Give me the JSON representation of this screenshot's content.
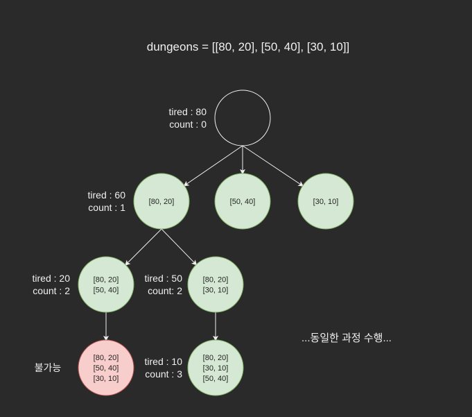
{
  "title": "dungeons = [[80, 20], [50, 40], [30, 10]]",
  "note": "...동일한 과정 수행...",
  "colors": {
    "background": "#2a2a2a",
    "ok_fill": "#d5e8d4",
    "ok_stroke": "#82b366",
    "fail_fill": "#f8cecc",
    "fail_stroke": "#b85450",
    "edge": "#f0f0f0"
  },
  "nodes": [
    {
      "id": "root",
      "status": "root",
      "lines": [],
      "label": [
        "tired : 80",
        "count : 0"
      ]
    },
    {
      "id": "n1",
      "status": "ok",
      "lines": [
        "[80, 20]"
      ],
      "label": [
        "tired : 60",
        "count : 1"
      ]
    },
    {
      "id": "n2",
      "status": "ok",
      "lines": [
        "[50, 40]"
      ],
      "label": []
    },
    {
      "id": "n3",
      "status": "ok",
      "lines": [
        "[30, 10]"
      ],
      "label": []
    },
    {
      "id": "n4",
      "status": "ok",
      "lines": [
        "[80, 20]",
        "[50, 40]"
      ],
      "label": [
        "tired : 20",
        "count : 2"
      ]
    },
    {
      "id": "n5",
      "status": "ok",
      "lines": [
        "[80, 20]",
        "[30, 10]"
      ],
      "label": [
        "tired : 50",
        "count: 2"
      ]
    },
    {
      "id": "n6",
      "status": "fail",
      "lines": [
        "[80, 20]",
        "[50, 40]",
        "[30, 10]"
      ],
      "label": [
        "불가능"
      ]
    },
    {
      "id": "n7",
      "status": "ok",
      "lines": [
        "[80, 20]",
        "[30, 10]",
        "[50, 40]"
      ],
      "label": [
        "tired : 10",
        "count : 3"
      ]
    }
  ],
  "edges": [
    [
      "root",
      "n1"
    ],
    [
      "root",
      "n2"
    ],
    [
      "root",
      "n3"
    ],
    [
      "n1",
      "n4"
    ],
    [
      "n1",
      "n5"
    ],
    [
      "n4",
      "n6"
    ],
    [
      "n5",
      "n7"
    ]
  ]
}
